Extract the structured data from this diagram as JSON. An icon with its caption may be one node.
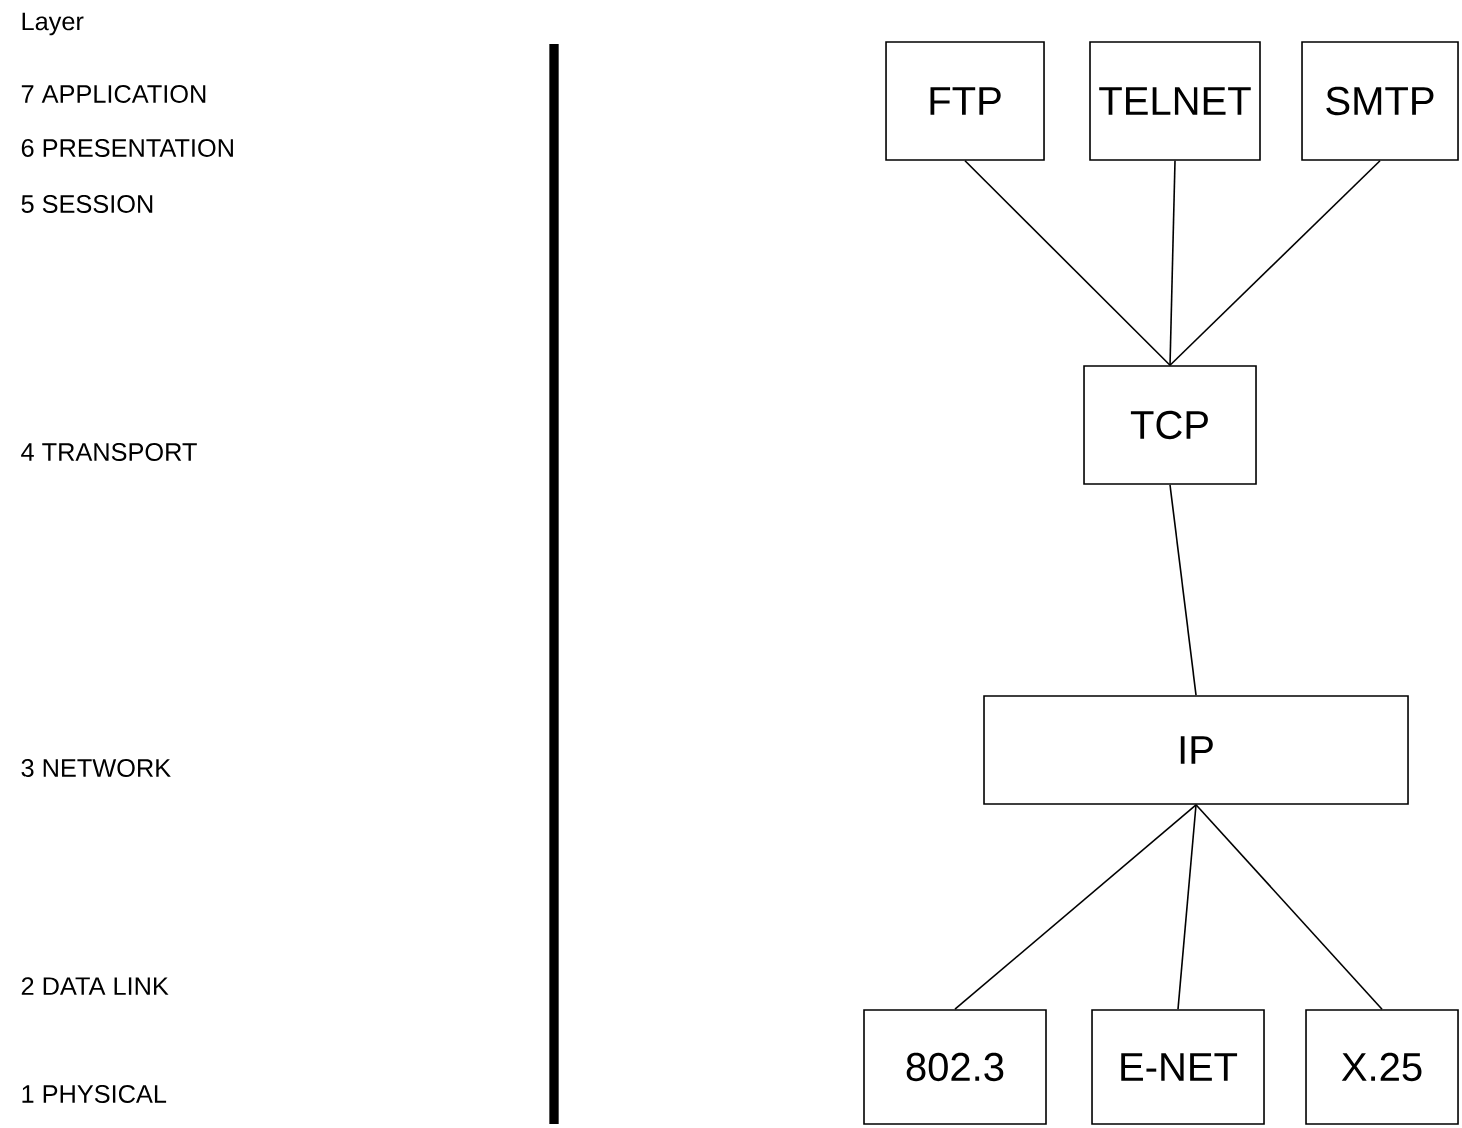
{
  "diagram": {
    "nodes": [
      {
        "text": [
          "FTP"
        ]
      },
      {
        "text": [
          "TELNET"
        ]
      },
      {
        "text": [
          "SMTP"
        ]
      },
      {
        "text": [
          "TCP"
        ]
      },
      {
        "text": [
          "IP"
        ]
      },
      {
        "text": [
          "802.3"
        ]
      },
      {
        "text": [
          "E-NET"
        ]
      },
      {
        "text": [
          "X.25"
        ]
      }
    ],
    "edges": [
      {
        "from": 0,
        "to": 3,
        "arrow": "none"
      },
      {
        "from": 1,
        "to": 3,
        "arrow": "none"
      },
      {
        "from": 2,
        "to": 3,
        "arrow": "none"
      },
      {
        "from": 3,
        "to": 4,
        "arrow": "none"
      },
      {
        "from": 4,
        "to": 5,
        "arrow": "none"
      },
      {
        "from": 4,
        "to": 6,
        "arrow": "none"
      },
      {
        "from": 4,
        "to": 7,
        "arrow": "none"
      }
    ],
    "labels": [
      "Layer",
      "7 APPLICATION",
      "6 PRESENTATION",
      "5 SESSION",
      "4 TRANSPORT",
      "3 NETWORK",
      "2 DATA LINK",
      "1 PHYSICAL"
    ]
  }
}
